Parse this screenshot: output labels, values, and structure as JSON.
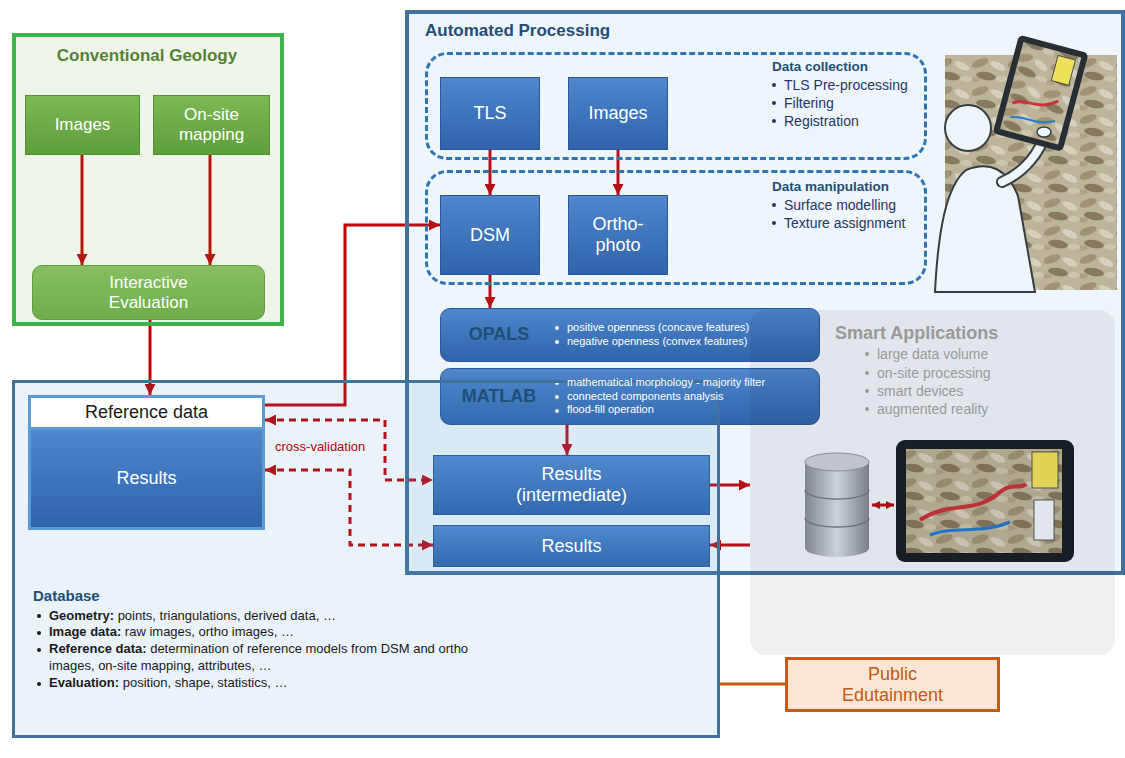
{
  "diagram": {
    "nodes": [
      {
        "text": [
          "Conventional Geology"
        ]
      },
      {
        "text": [
          "Images"
        ],
        "in": 0
      },
      {
        "text": [
          "On-site mapping"
        ],
        "in": 0
      },
      {
        "text": [
          "Interactive Evaluation"
        ],
        "in": 0
      },
      {
        "text": [
          "Automated Processing"
        ]
      },
      {
        "text": [
          "Data collection",
          "TLS Pre-processing",
          "Filtering",
          "Registration"
        ],
        "in": 4
      },
      {
        "text": [
          "TLS"
        ],
        "in": 5
      },
      {
        "text": [
          "Images"
        ],
        "in": 5
      },
      {
        "text": [
          "Data manipulation",
          "Surface modelling",
          "Texture assignment"
        ],
        "in": 4
      },
      {
        "text": [
          "DSM"
        ],
        "in": 8
      },
      {
        "text": [
          "Ortho- photo"
        ],
        "in": 8
      },
      {
        "text": [
          "OPALS",
          "positive openness (concave features)",
          "negative openness (convex features)"
        ],
        "in": 4
      },
      {
        "text": [
          "MATLAB",
          "mathematical morphology - majority filter",
          "connected components analysis",
          "flood-fill operation"
        ],
        "in": 4
      },
      {
        "text": [
          "Results (intermediate)"
        ],
        "in": 4
      },
      {
        "text": [
          "Results"
        ],
        "in": 4
      },
      {
        "text": [
          "Smart Applications",
          "large data volume",
          "on-site processing",
          "smart devices",
          "augmented reality"
        ]
      },
      {
        "text": [
          "Database",
          "Geometry: points, triangulations, derived data, …",
          "Image data: raw images, ortho images, …",
          "Reference data: determination of reference models from DSM and ortho images, on-site mapping, attributes, …",
          "Evaluation: position, shape, statistics, …"
        ]
      },
      {
        "text": [
          "Reference data"
        ],
        "in": 16
      },
      {
        "text": [
          "Results"
        ],
        "in": 16
      },
      {
        "text": [
          "Public Edutainment"
        ]
      }
    ],
    "edges": [
      {
        "from": 1,
        "to": 3,
        "arrow": "to"
      },
      {
        "from": 2,
        "to": 3,
        "arrow": "to"
      },
      {
        "from": 3,
        "to": 17,
        "arrow": "to"
      },
      {
        "from": 17,
        "to": 9,
        "arrow": "to"
      },
      {
        "from": 6,
        "to": 9,
        "arrow": "to"
      },
      {
        "from": 7,
        "to": 10,
        "arrow": "to"
      },
      {
        "from": 9,
        "to": 11,
        "arrow": "to"
      },
      {
        "from": 12,
        "to": 13,
        "arrow": "to"
      },
      {
        "from": 17,
        "to": 13,
        "arrow": "both"
      },
      {
        "from": 18,
        "to": 14,
        "arrow": "both",
        "label": "cross-validation"
      },
      {
        "from": 13,
        "to": 15,
        "arrow": "to"
      },
      {
        "from": 15,
        "to": 14,
        "arrow": "to"
      },
      {
        "from": 16,
        "to": 19,
        "arrow": "none"
      }
    ]
  }
}
